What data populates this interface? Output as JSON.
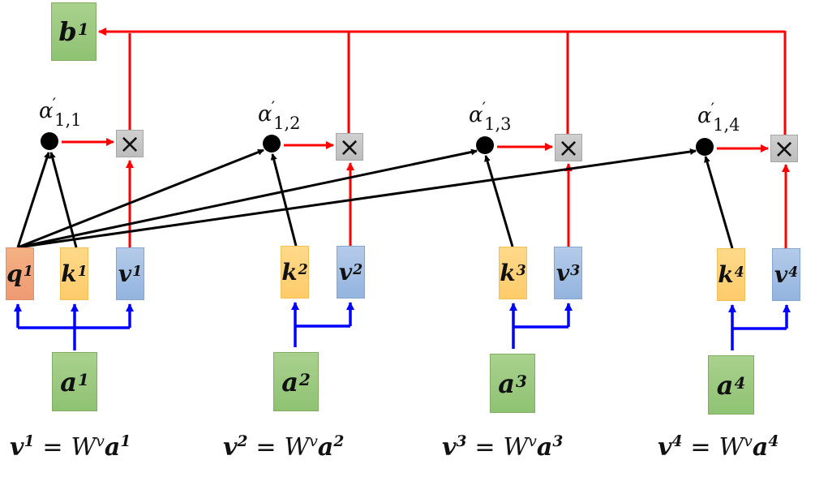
{
  "diagram": {
    "title": "Self-attention: computing b1 as weighted sum of values",
    "output": {
      "symbol": "b",
      "index": "1"
    },
    "query": {
      "symbol": "q",
      "index": "1"
    },
    "columns": [
      {
        "index": "1",
        "input": "a",
        "key": "k",
        "value": "v",
        "alpha": "α",
        "alpha_sub": "1,1",
        "prime": "′",
        "multiply": "×"
      },
      {
        "index": "2",
        "input": "a",
        "key": "k",
        "value": "v",
        "alpha": "α",
        "alpha_sub": "1,2",
        "prime": "′",
        "multiply": "×"
      },
      {
        "index": "3",
        "input": "a",
        "key": "k",
        "value": "v",
        "alpha": "α",
        "alpha_sub": "1,3",
        "prime": "′",
        "multiply": "×"
      },
      {
        "index": "4",
        "input": "a",
        "key": "k",
        "value": "v",
        "alpha": "α",
        "alpha_sub": "1,4",
        "prime": "′",
        "multiply": "×"
      }
    ],
    "formulas": [
      {
        "lhs": "v",
        "lhs_sup": "1",
        "eq": "=",
        "w": "W",
        "w_sup": "v",
        "rhs": "a",
        "rhs_sup": "1"
      },
      {
        "lhs": "v",
        "lhs_sup": "2",
        "eq": "=",
        "w": "W",
        "w_sup": "v",
        "rhs": "a",
        "rhs_sup": "2"
      },
      {
        "lhs": "v",
        "lhs_sup": "3",
        "eq": "=",
        "w": "W",
        "w_sup": "v",
        "rhs": "a",
        "rhs_sup": "3"
      },
      {
        "lhs": "v",
        "lhs_sup": "4",
        "eq": "=",
        "w": "W",
        "w_sup": "v",
        "rhs": "a",
        "rhs_sup": "4"
      }
    ],
    "colors": {
      "attention_arrows": "#000000",
      "value_path": "#ff0000",
      "projection_arrows": "#0000ff",
      "input_box": "#a9d18e",
      "query_box": "#f4b183",
      "key_box": "#ffd98a",
      "value_box": "#b4cbea",
      "multiply_box": "#c8c8c8"
    }
  }
}
